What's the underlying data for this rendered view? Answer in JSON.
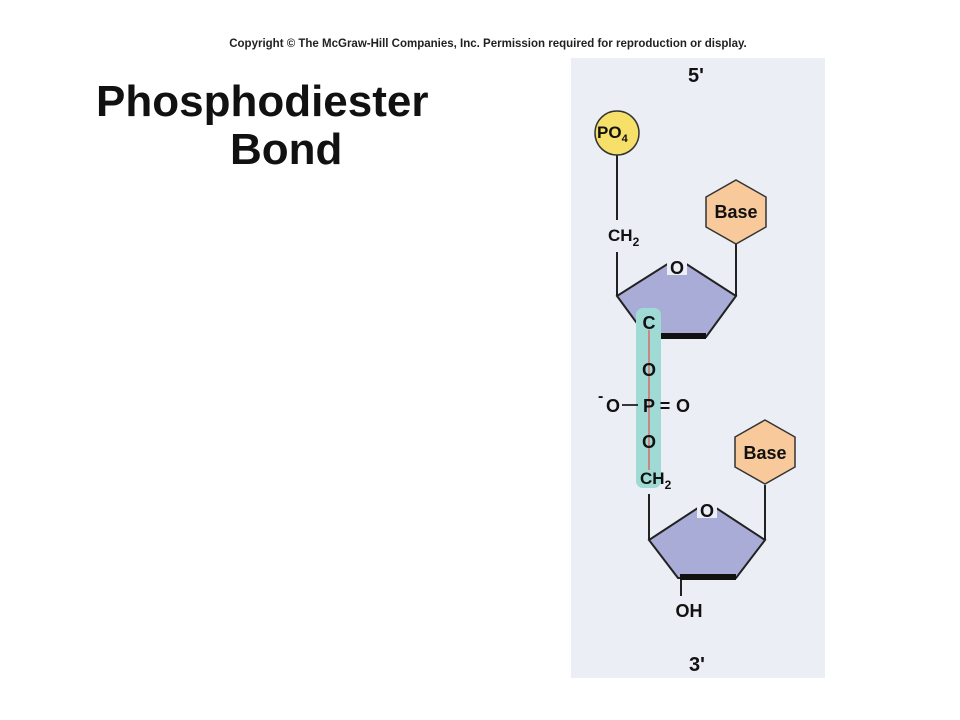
{
  "copyright": "Copyright © The McGraw-Hill Companies, Inc. Permission required for reproduction or display.",
  "title": {
    "line1": "Phosphodiester",
    "line2": "Bond"
  },
  "colors": {
    "panel": "#eceef5",
    "phosphate": "#f6e06a",
    "base": "#f7c99b",
    "sugar": "#a9acd6",
    "bond_highlight": "#9fdad5",
    "bond_line": "#e05050"
  },
  "diagram": {
    "five_prime": "5'",
    "three_prime": "3'",
    "phosphate_main": "PO",
    "phosphate_sub": "4",
    "ch2_main": "CH",
    "ch2_sub": "2",
    "ring_oxygen": "O",
    "base_label": "Base",
    "carbon": "C",
    "bridge_oxygen": "O",
    "phosphate_group": {
      "charge": "-",
      "left_o": "O",
      "p": "P",
      "double_bond": "=",
      "right_o": "O"
    },
    "hydroxyl": "OH"
  }
}
